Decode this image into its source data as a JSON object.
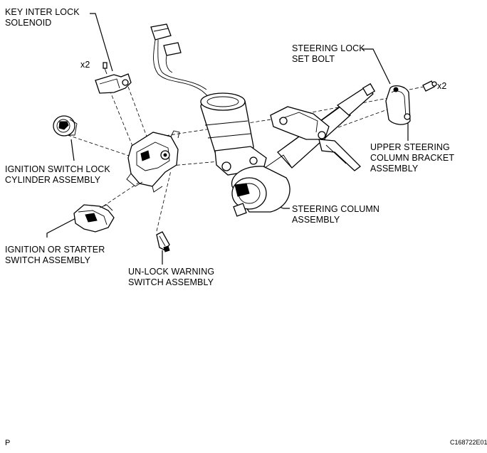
{
  "labels": {
    "key_inter_lock": "KEY INTER LOCK\nSOLENOID",
    "ignition_lock": "IGNITION SWITCH LOCK\nCYLINDER ASSEMBLY",
    "ignition_starter": "IGNITION OR STARTER\nSWITCH ASSEMBLY",
    "unlock_warning": "UN-LOCK WARNING\nSWITCH ASSEMBLY",
    "steering_column": "STEERING COLUMN\nASSEMBLY",
    "steering_lock_bolt": "STEERING LOCK\nSET BOLT",
    "upper_bracket": "UPPER STEERING\nCOLUMN BRACKET\nASSEMBLY"
  },
  "quantities": {
    "solenoid_screws": "x2",
    "lock_bolts": "x2"
  },
  "footer": {
    "page_letter": "P",
    "figure_code": "C168722E01"
  }
}
